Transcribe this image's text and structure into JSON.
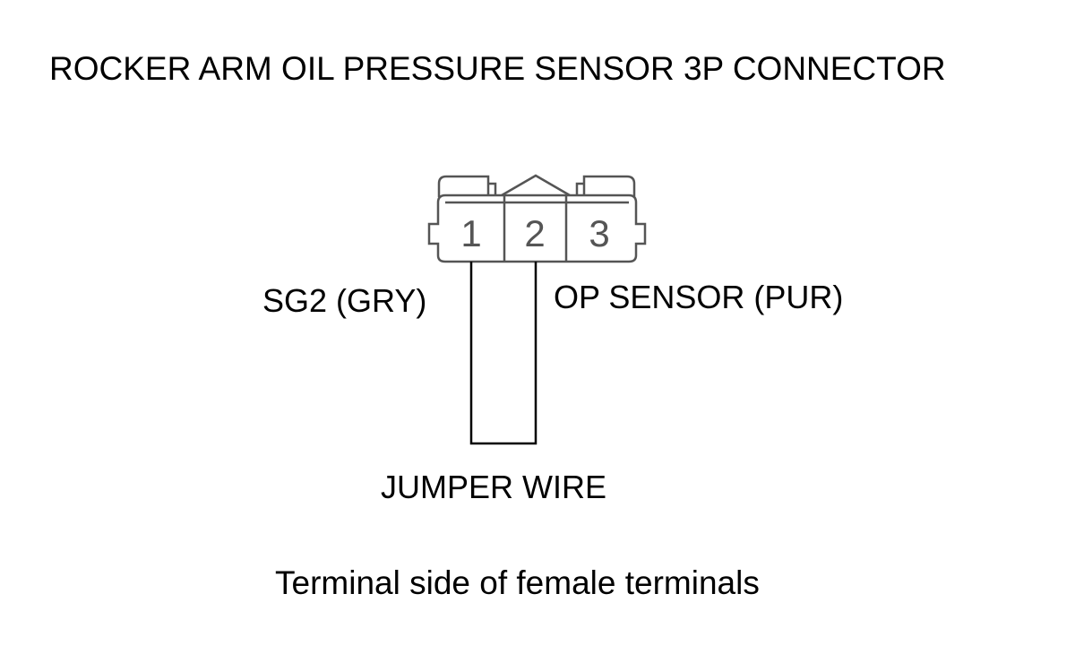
{
  "title": "ROCKER ARM OIL PRESSURE SENSOR 3P CONNECTOR",
  "connector": {
    "pins": [
      "1",
      "2",
      "3"
    ]
  },
  "labels": {
    "left": "SG2 (GRY)",
    "right": "OP SENSOR (PUR)",
    "jumper": "JUMPER WIRE"
  },
  "caption": "Terminal side of female terminals",
  "colors": {
    "outline": "#555555",
    "wire": "#000000",
    "text": "#000000"
  }
}
